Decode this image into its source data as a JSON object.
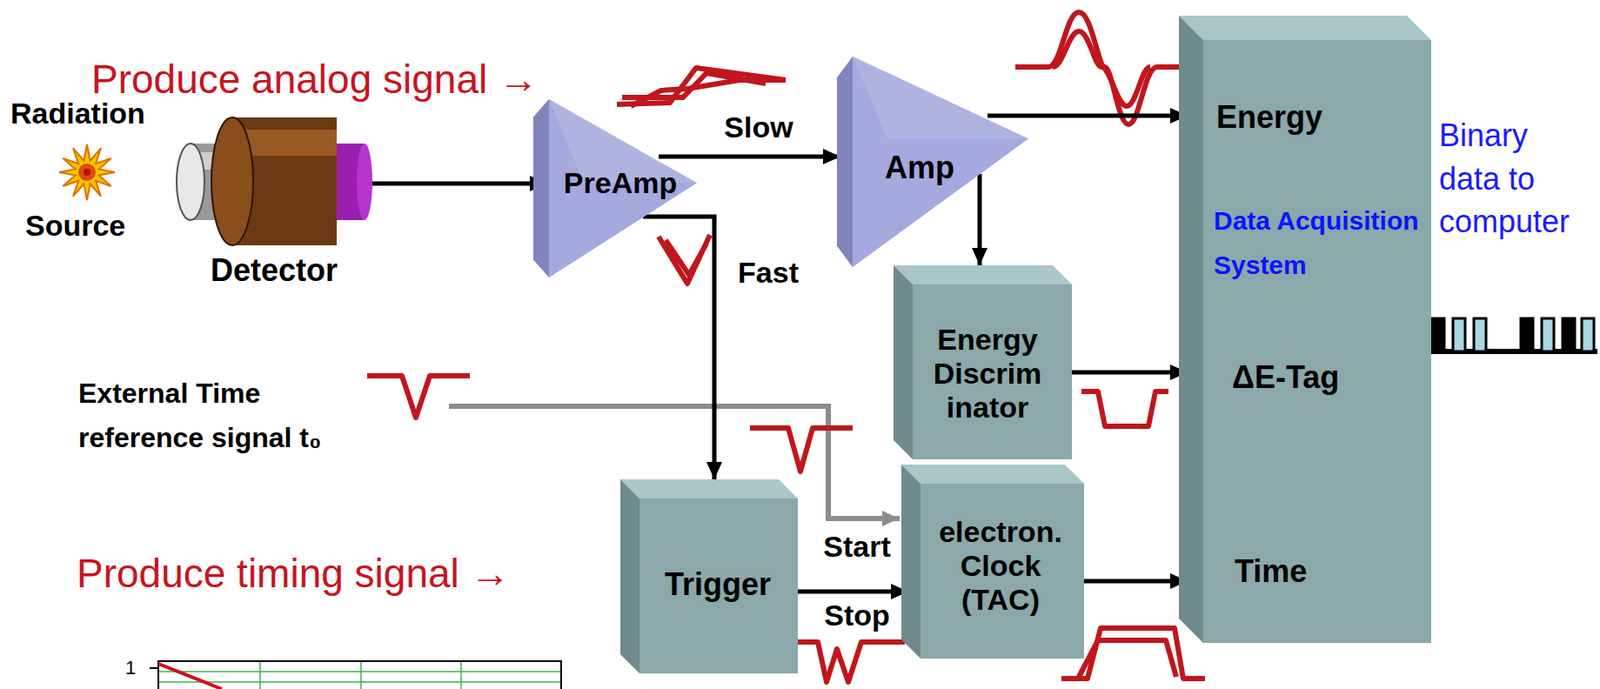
{
  "diagram": {
    "nodes": [
      {
        "text": [
          "Detector"
        ]
      },
      {
        "text": [
          "PreAmp"
        ]
      },
      {
        "text": [
          "Amp"
        ]
      },
      {
        "text": [
          "Energy Discrim inator"
        ]
      },
      {
        "text": [
          "Trigger"
        ]
      },
      {
        "text": [
          "electron. Clock (TAC)"
        ]
      },
      {
        "text": [
          "Energy",
          "Data Acquisition System",
          "ΔE-Tag",
          "Time"
        ]
      }
    ],
    "edges": [
      {
        "from": 0,
        "to": 1,
        "arrow": "to"
      },
      {
        "from": 1,
        "to": 2,
        "arrow": "to",
        "label": "Slow"
      },
      {
        "from": 1,
        "to": 4,
        "arrow": "to",
        "label": "Fast"
      },
      {
        "from": 2,
        "to": 6,
        "arrow": "to"
      },
      {
        "from": 2,
        "to": 3,
        "arrow": "to"
      },
      {
        "from": 3,
        "to": 6,
        "arrow": "to"
      },
      {
        "from": 4,
        "to": 5,
        "arrow": "to",
        "label": "Stop"
      },
      {
        "from": 5,
        "to": 6,
        "arrow": "to"
      }
    ],
    "labels": [
      "Produce analog signal →",
      "Radiation",
      "Source",
      "External Time reference signal t₀",
      "Start",
      "Produce timing signal →",
      "Binary data to computer",
      "1"
    ]
  }
}
